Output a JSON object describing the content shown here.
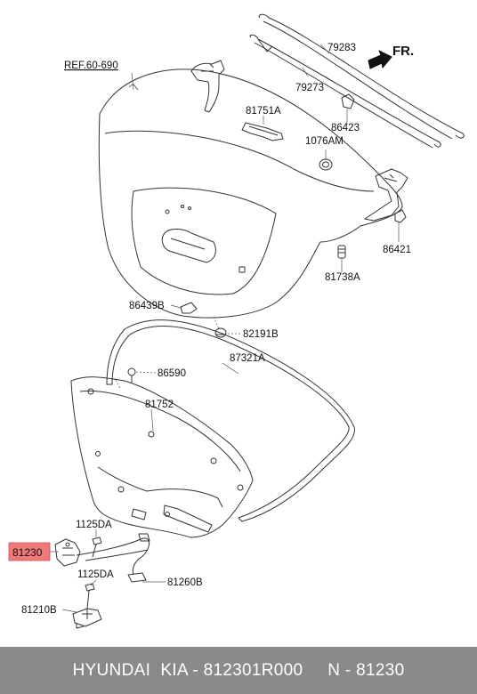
{
  "diagram": {
    "ref_label": "REF.60-690",
    "direction_label": "FR.",
    "highlight_color": "#f07a7a",
    "parts": {
      "p79283": "79283",
      "p79273": "79273",
      "p81751A": "81751A",
      "p86423": "86423",
      "p1076AM": "1076AM",
      "p86421": "86421",
      "p81738A": "81738A",
      "p86439B": "86439B",
      "p82191B": "82191B",
      "p87321A": "87321A",
      "p86590": "86590",
      "p81752": "81752",
      "p1125DA_top": "1125DA",
      "p81230": "81230",
      "p1125DA_bottom": "1125DA",
      "p81260B": "81260B",
      "p81210B": "81210B"
    }
  },
  "footer": {
    "text": "HYUNDAI  KIA - 812301R000     N - 81230"
  }
}
